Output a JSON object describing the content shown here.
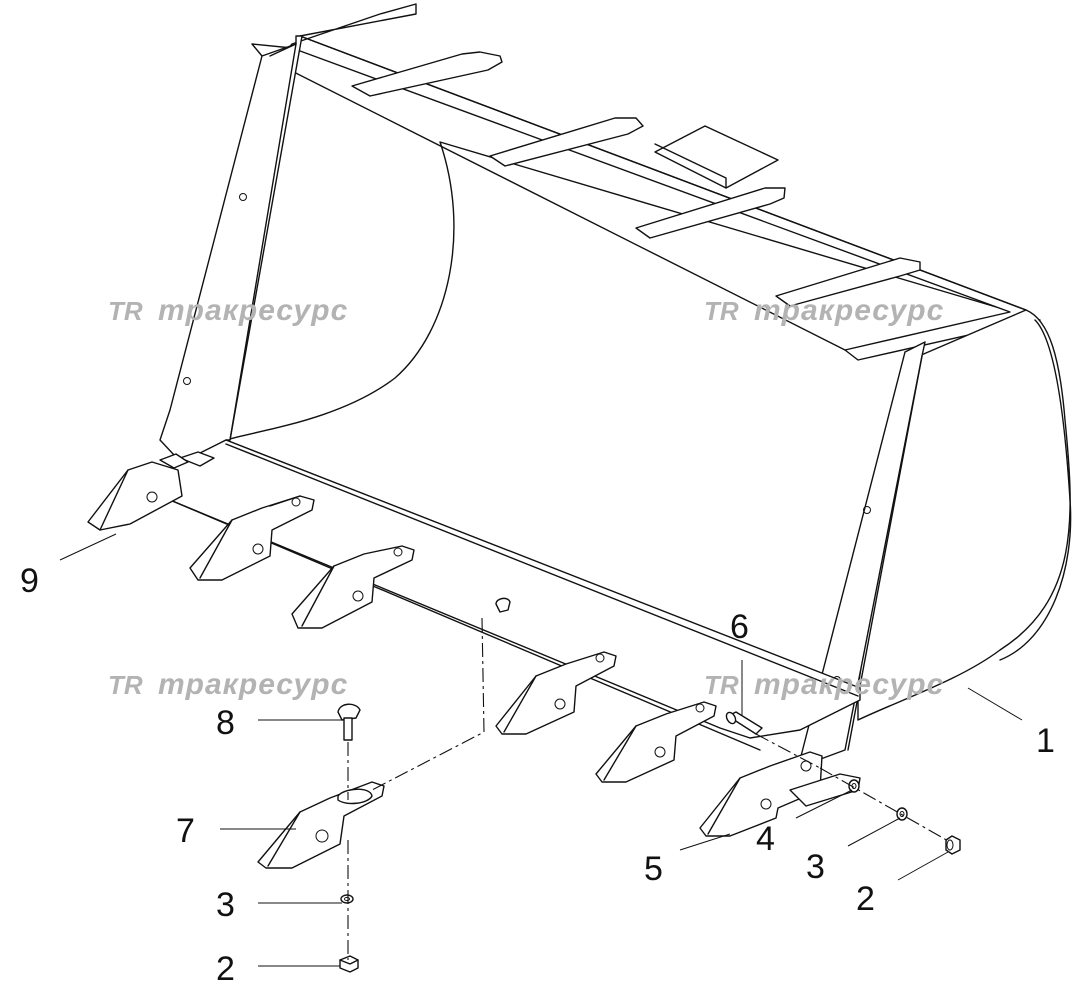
{
  "watermark": {
    "logo": "TR",
    "text": "тракресурс"
  },
  "callouts": [
    {
      "id": "c1",
      "text": "1"
    },
    {
      "id": "c2a",
      "text": "2"
    },
    {
      "id": "c2b",
      "text": "2"
    },
    {
      "id": "c3a",
      "text": "3"
    },
    {
      "id": "c3b",
      "text": "3"
    },
    {
      "id": "c4",
      "text": "4"
    },
    {
      "id": "c5",
      "text": "5"
    },
    {
      "id": "c6",
      "text": "6"
    },
    {
      "id": "c7",
      "text": "7"
    },
    {
      "id": "c8",
      "text": "8"
    },
    {
      "id": "c9",
      "text": "9"
    }
  ]
}
